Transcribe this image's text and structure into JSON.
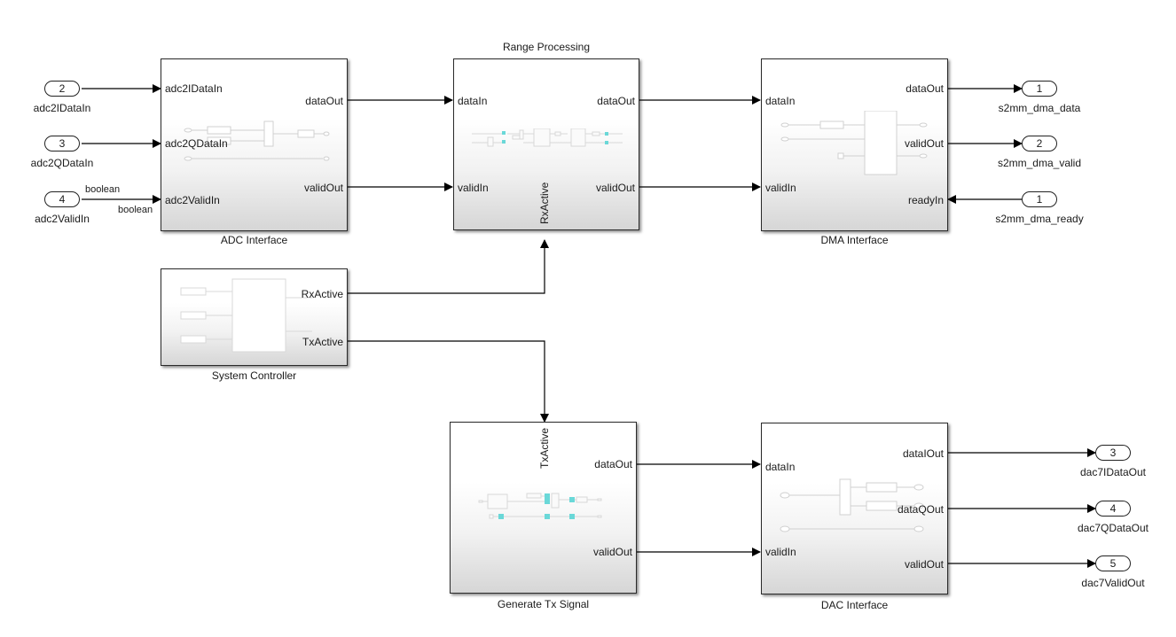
{
  "diagram": {
    "blocks": {
      "adc": {
        "name": "ADC Interface",
        "inputs": [
          "adc2IDataIn",
          "adc2QDataIn",
          "adc2ValidIn"
        ],
        "outputs": [
          "dataOut",
          "validOut"
        ]
      },
      "range": {
        "name": "Range Processing",
        "inputs": [
          "dataIn",
          "validIn"
        ],
        "outputs": [
          "dataOut",
          "validOut"
        ],
        "enable": "RxActive"
      },
      "dma": {
        "name": "DMA Interface",
        "inputs": [
          "dataIn",
          "validIn"
        ],
        "outputs": [
          "dataOut",
          "validOut",
          "readyIn"
        ]
      },
      "sysctrl": {
        "name": "System Controller",
        "outputs": [
          "RxActive",
          "TxActive"
        ]
      },
      "gentx": {
        "name": "Generate Tx Signal",
        "outputs": [
          "dataOut",
          "validOut"
        ],
        "enable": "TxActive"
      },
      "dac": {
        "name": "DAC Interface",
        "inputs": [
          "dataIn",
          "validIn"
        ],
        "outputs": [
          "dataIOut",
          "dataQOut",
          "validOut"
        ]
      }
    },
    "inports": [
      {
        "num": "2",
        "label": "adc2IDataIn"
      },
      {
        "num": "3",
        "label": "adc2QDataIn"
      },
      {
        "num": "4",
        "label": "adc2ValidIn"
      },
      {
        "num": "1",
        "label": "s2mm_dma_ready"
      }
    ],
    "outports": [
      {
        "num": "1",
        "label": "s2mm_dma_data"
      },
      {
        "num": "2",
        "label": "s2mm_dma_valid"
      },
      {
        "num": "3",
        "label": "dac7IDataOut"
      },
      {
        "num": "4",
        "label": "dac7QDataOut"
      },
      {
        "num": "5",
        "label": "dac7ValidOut"
      }
    ],
    "signal_types": {
      "valid_wire_top": "boolean",
      "valid_wire_bottom": "boolean"
    },
    "colors": {
      "line": "#000000",
      "block_border": "#2a2a2a",
      "thumb_accent": "#6ad8d8",
      "thumb_line": "#d0d0d0"
    }
  }
}
